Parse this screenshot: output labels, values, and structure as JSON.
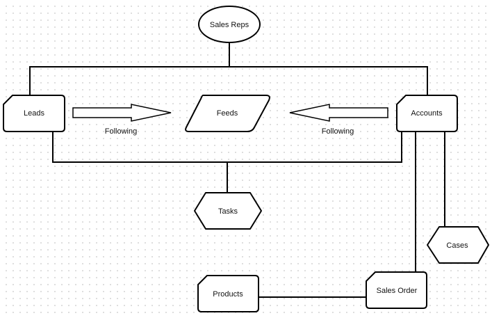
{
  "nodes": {
    "sales_reps": "Sales Reps",
    "leads": "Leads",
    "feeds": "Feeds",
    "accounts": "Accounts",
    "tasks": "Tasks",
    "cases": "Cases",
    "products": "Products",
    "sales_order": "Sales Order"
  },
  "edges": {
    "leads_to_feeds": "Following",
    "accounts_to_feeds": "Following"
  },
  "colors": {
    "stroke": "#000000",
    "fill": "#ffffff",
    "grid_dot": "#d6d6d6"
  }
}
